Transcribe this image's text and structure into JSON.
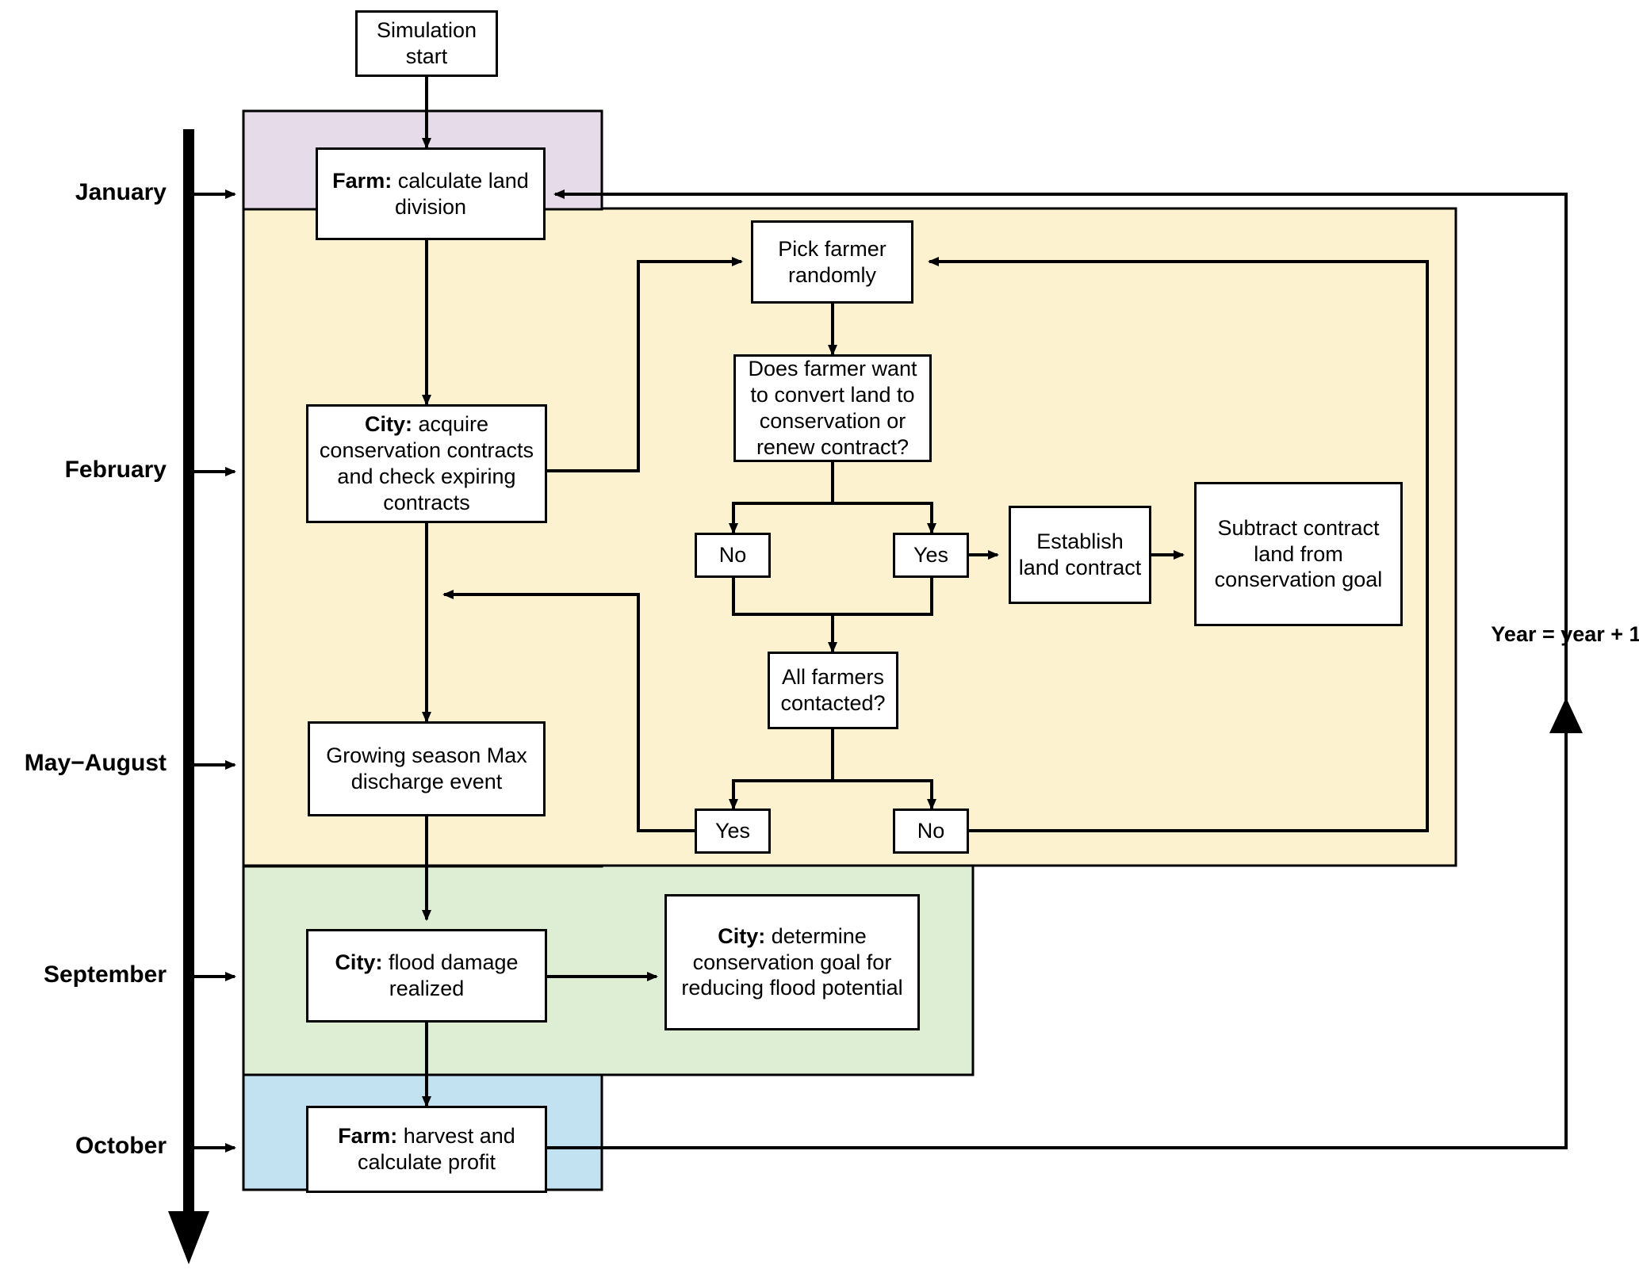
{
  "diagram": {
    "title": "Agent-based model annual simulation flowchart",
    "timeline": {
      "labels": [
        {
          "id": "january",
          "text": "January"
        },
        {
          "id": "february",
          "text": "February"
        },
        {
          "id": "may-august",
          "text": "May−August"
        },
        {
          "id": "september",
          "text": "September"
        },
        {
          "id": "october",
          "text": "October"
        }
      ]
    },
    "bands": [
      {
        "id": "band-january",
        "color": "#e6dbe9"
      },
      {
        "id": "band-february",
        "color": "#fdf2cf"
      },
      {
        "id": "band-may-august",
        "color": "#fce5d0"
      },
      {
        "id": "band-september",
        "color": "#deeed4"
      },
      {
        "id": "band-october",
        "color": "#c2e1f1"
      }
    ],
    "nodes": {
      "simulation_start": {
        "label": "Simulation start",
        "bold_prefix": ""
      },
      "farm_land_division": {
        "bold_prefix": "Farm:",
        "label": " calculate land division"
      },
      "city_acquire": {
        "bold_prefix": "City:",
        "label": " acquire conservation contracts and check expiring contracts"
      },
      "pick_farmer": {
        "bold_prefix": "",
        "label": "Pick farmer randomly"
      },
      "farmer_question": {
        "bold_prefix": "",
        "label": "Does farmer want to convert land to conservation or renew contract?"
      },
      "convert_no": {
        "bold_prefix": "",
        "label": "No"
      },
      "convert_yes": {
        "bold_prefix": "",
        "label": "Yes"
      },
      "establish_contract": {
        "bold_prefix": "",
        "label": "Establish land contract"
      },
      "subtract_contract": {
        "bold_prefix": "",
        "label": "Subtract contract land from conservation goal"
      },
      "all_contacted": {
        "bold_prefix": "",
        "label": "All farmers contacted?"
      },
      "contacted_yes": {
        "bold_prefix": "",
        "label": "Yes"
      },
      "contacted_no": {
        "bold_prefix": "",
        "label": "No"
      },
      "growing_season": {
        "bold_prefix": "",
        "label": "Growing season Max discharge event"
      },
      "city_flood_damage": {
        "bold_prefix": "City:",
        "label": " flood damage realized"
      },
      "city_goal": {
        "bold_prefix": "City:",
        "label": "  determine conservation goal for reducing flood potential"
      },
      "farm_harvest": {
        "bold_prefix": "Farm:",
        "label": " harvest and calculate profit"
      }
    },
    "annotations": {
      "year_increment": "Year = year + 1"
    }
  }
}
